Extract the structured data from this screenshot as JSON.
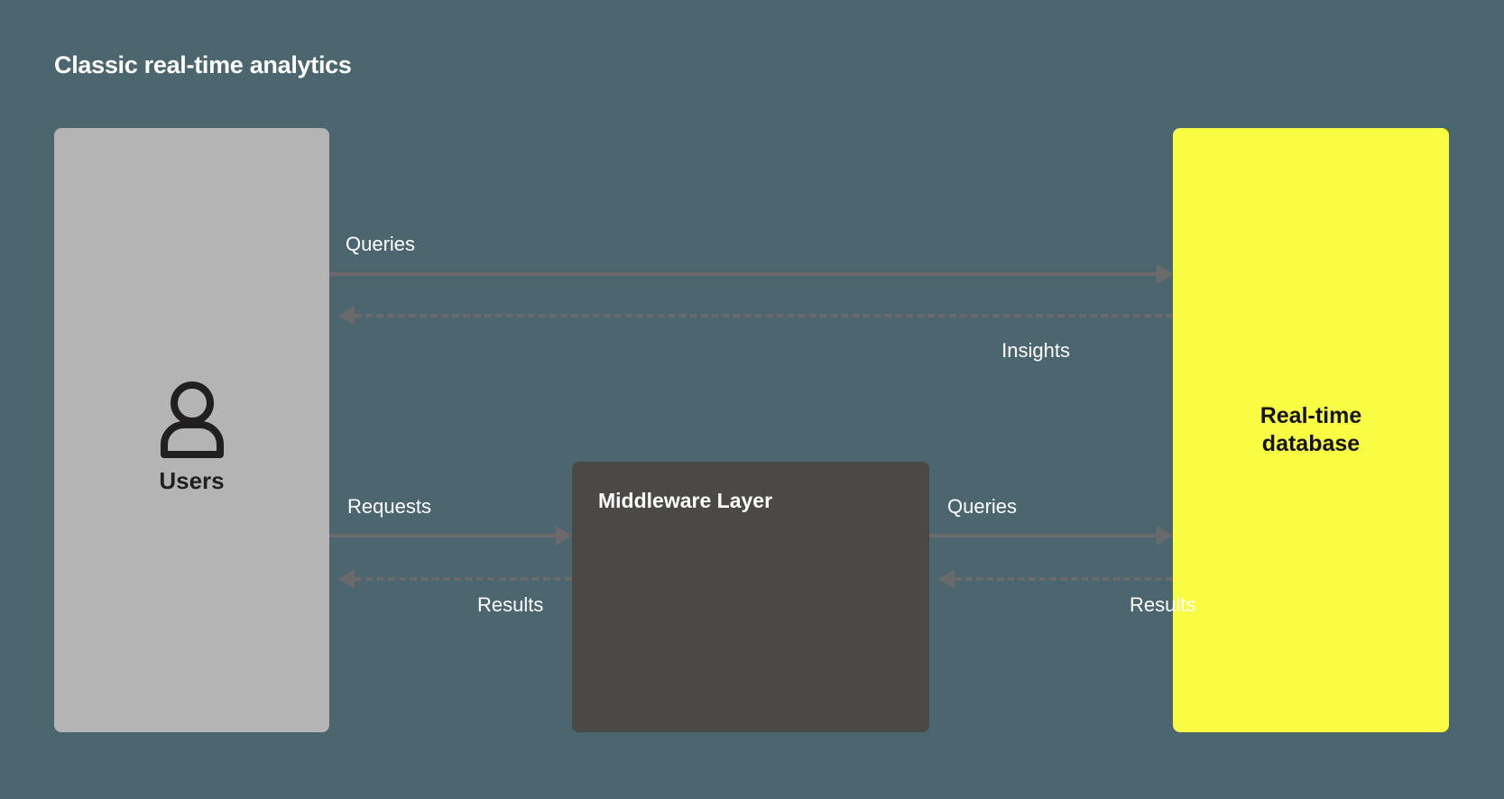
{
  "title": "Classic real-time analytics",
  "colors": {
    "background": "#4c6670",
    "users_box": "#b4b4b4",
    "middleware_box": "#4b4945",
    "database_box": "#f8fc43",
    "connector": "#6a6a6a",
    "label_text": "#ffffff",
    "dark_text": "#141414"
  },
  "nodes": {
    "users": {
      "label": "Users",
      "icon": "user-icon"
    },
    "middleware": {
      "label": "Middleware Layer"
    },
    "database": {
      "label": "Real-time\ndatabase"
    }
  },
  "edges": {
    "users_to_db_queries": {
      "label": "Queries",
      "style": "solid",
      "direction": "right"
    },
    "db_to_users_insights": {
      "label": "Insights",
      "style": "dashed",
      "direction": "left"
    },
    "users_to_middleware_requests": {
      "label": "Requests",
      "style": "solid",
      "direction": "right"
    },
    "middleware_to_users_results": {
      "label": "Results",
      "style": "dashed",
      "direction": "left"
    },
    "middleware_to_db_queries": {
      "label": "Queries",
      "style": "solid",
      "direction": "right"
    },
    "db_to_middleware_results": {
      "label": "Results",
      "style": "dashed",
      "direction": "left"
    }
  }
}
